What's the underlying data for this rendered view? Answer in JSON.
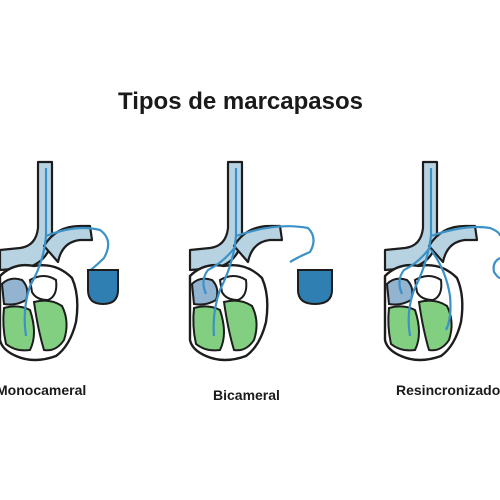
{
  "title": "Tipos de marcapasos",
  "captions": {
    "monocameral": "Monocameral",
    "bicameral": "Bicameral",
    "resincronizador": "Resincronizador"
  },
  "colors": {
    "vessel": "#b7d3e1",
    "atrium": "#93b4d1",
    "ventricle": "#82cf82",
    "lead": "#3c92c6",
    "device": "#2f7fb2",
    "outline": "#1d1d1d"
  }
}
